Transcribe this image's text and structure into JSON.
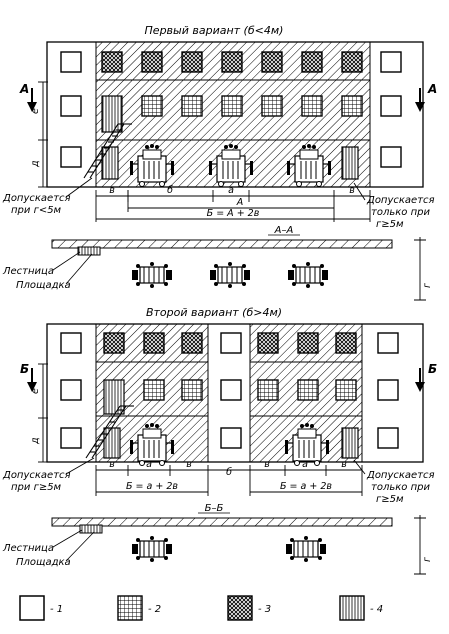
{
  "variant1": {
    "title": "Первый вариант (б<4м)",
    "section_marker": "А",
    "row_label_upper": "е",
    "row_label_lower": "д",
    "note_left": [
      "Допускается",
      "при г<5м"
    ],
    "note_right": [
      "Допускается",
      "только при",
      "г≥5м"
    ],
    "dim_v": "в",
    "dim_b": "б",
    "dim_a": "а",
    "dim_A": "А",
    "dim_total": "Б = А + 2в",
    "section_label": "А–А",
    "stair_label": "Лестница",
    "platform_label": "Площадка",
    "height_label": "г"
  },
  "variant2": {
    "title": "Второй вариант (б>4м)",
    "section_marker": "Б",
    "row_label_upper": "е",
    "row_label_lower": "д",
    "note_left": [
      "Допускается",
      "при г≥5м"
    ],
    "note_right": [
      "Допускается",
      "только при",
      "г≥5м"
    ],
    "dim_v": "в",
    "dim_a": "а",
    "dim_b": "б",
    "dim_total_left": "Б = а + 2в",
    "dim_total_right": "Б = а + 2в",
    "section_label": "Б–Б",
    "stair_label": "Лестница",
    "platform_label": "Площадка",
    "height_label": "г"
  },
  "legend": [
    {
      "label": "- 1",
      "pattern": "plain-window"
    },
    {
      "label": "- 2",
      "pattern": "grid-window"
    },
    {
      "label": "- 3",
      "pattern": "crosshatch-window"
    },
    {
      "label": "- 4",
      "pattern": "vertical-lines"
    }
  ]
}
